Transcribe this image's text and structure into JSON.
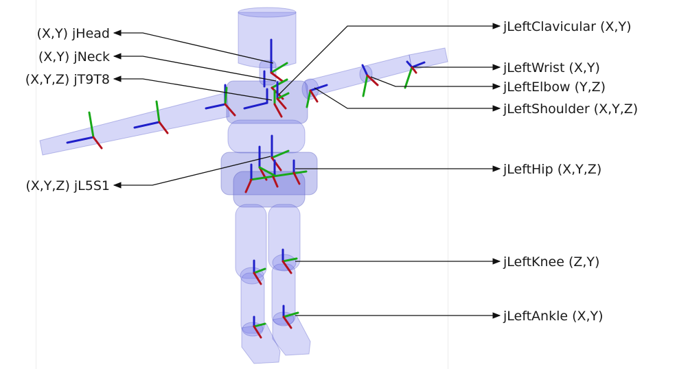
{
  "labels_left": {
    "head": "(X,Y) jHead",
    "neck": "(X,Y) jNeck",
    "t9t8": "(X,Y,Z) jT9T8",
    "l5s1": "(X,Y,Z) jL5S1"
  },
  "labels_right": {
    "left_clavicular": "jLeftClavicular (X,Y)",
    "left_wrist": "jLeftWrist (X,Y)",
    "left_elbow": "jLeftElbow (Y,Z)",
    "left_shoulder": "jLeftShoulder (X,Y,Z)",
    "left_hip": "jLeftHip (X,Y,Z)",
    "left_knee": "jLeftKnee (Z,Y)",
    "left_ankle": "jLeftAnkle (X,Y)"
  },
  "colors": {
    "segment_fill": "#767ae8",
    "axis_x": "#b3121e",
    "axis_y": "#18a818",
    "axis_z": "#1f1fc9",
    "leader_line": "#111111"
  }
}
